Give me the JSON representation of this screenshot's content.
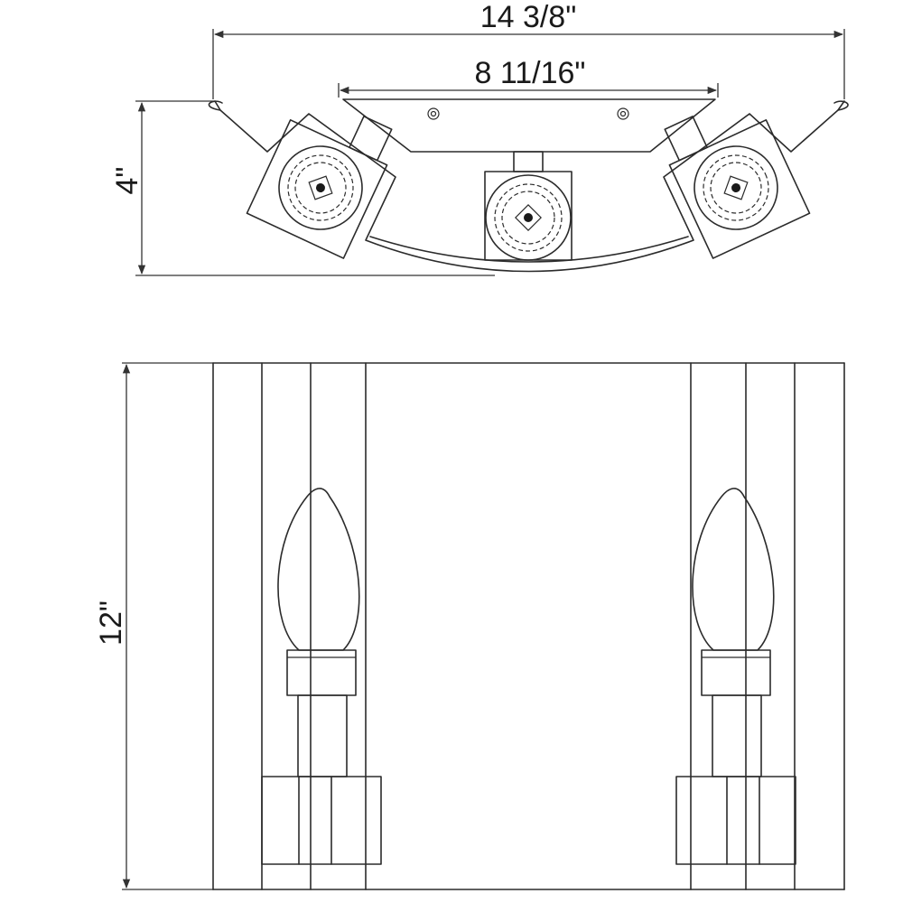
{
  "dimensions": {
    "overall_width": "14 3/8\"",
    "backplate_width": "8 11/16\"",
    "depth": "4\"",
    "height": "12\""
  },
  "colors": {
    "line": "#2b2b2b",
    "background": "#ffffff"
  }
}
